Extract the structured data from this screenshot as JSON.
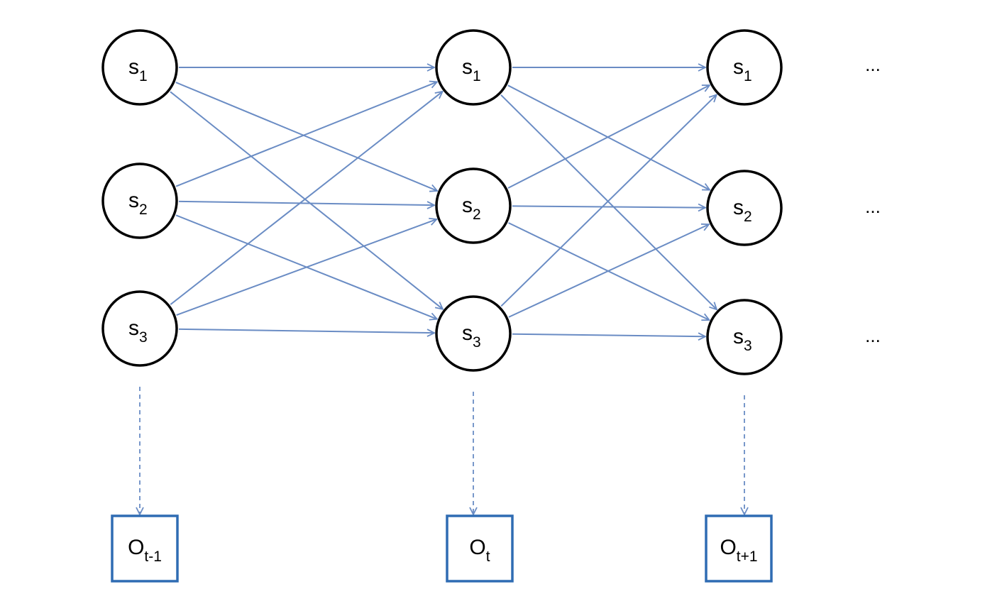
{
  "states": [
    {
      "base": "S",
      "sub": "1"
    },
    {
      "base": "S",
      "sub": "2"
    },
    {
      "base": "S",
      "sub": "3"
    }
  ],
  "observations": [
    {
      "base": "O",
      "sub": "t-1"
    },
    {
      "base": "O",
      "sub": "t"
    },
    {
      "base": "O",
      "sub": "t+1"
    }
  ],
  "ellipsis": "...",
  "colors": {
    "edge": "#6a8cc4",
    "box_border": "#2f6cb3",
    "node_border": "#000000"
  }
}
